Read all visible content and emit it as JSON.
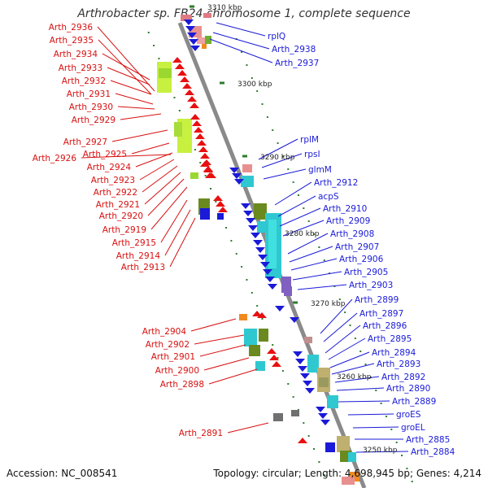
{
  "title": "Arthrobacter sp. FB24 chromosome 1, complete sequence",
  "accession_text": "Accession: NC_008541",
  "info_text": "Topology: circular; Length: 4,698,945 bp; Genes: 4,214",
  "colors": {
    "backbone": "#8a8a8a",
    "forward_label": "#1a1ad8",
    "reverse_label": "#d81010",
    "tick": "#2e7d2e"
  },
  "kbp_labels": [
    "3310 kbp",
    "3300 kbp",
    "3290 kbp",
    "3280 kbp",
    "3270 kbp",
    "3260 kbp",
    "3250 kbp"
  ],
  "reverse_genes": [
    "Arth_2936",
    "Arth_2935",
    "Arth_2934",
    "Arth_2933",
    "Arth_2932",
    "Arth_2931",
    "Arth_2930",
    "Arth_2929",
    "Arth_2927",
    "Arth_2926",
    "Arth_2925",
    "Arth_2924",
    "Arth_2923",
    "Arth_2922",
    "Arth_2921",
    "Arth_2920",
    "Arth_2919",
    "Arth_2915",
    "Arth_2914",
    "Arth_2913",
    "Arth_2904",
    "Arth_2902",
    "Arth_2901",
    "Arth_2900",
    "Arth_2898",
    "Arth_2891"
  ],
  "forward_genes": [
    "rplQ",
    "Arth_2938",
    "Arth_2937",
    "rplM",
    "rpsI",
    "glmM",
    "Arth_2912",
    "acpS",
    "Arth_2910",
    "Arth_2909",
    "Arth_2908",
    "Arth_2907",
    "Arth_2906",
    "Arth_2905",
    "Arth_2903",
    "Arth_2899",
    "Arth_2897",
    "Arth_2896",
    "Arth_2895",
    "Arth_2894",
    "Arth_2893",
    "Arth_2892",
    "Arth_2890",
    "Arth_2889",
    "groES",
    "groEL",
    "Arth_2885",
    "Arth_2884"
  ]
}
